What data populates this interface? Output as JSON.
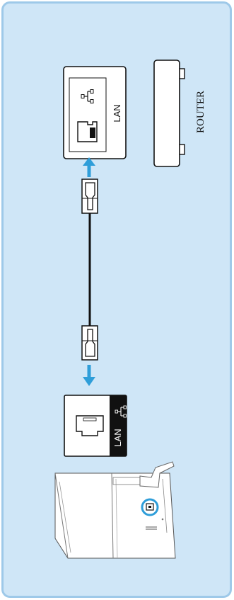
{
  "router": {
    "label": "ROUTER",
    "port_label": "LAN"
  },
  "device": {
    "port_label": "LAN"
  },
  "icons": {
    "network": "network-icon",
    "ethernet": "ethernet-port-icon",
    "arrow": "arrow-icon",
    "connector": "rj45-connector-icon"
  },
  "colors": {
    "background": "#cfe6f7",
    "border": "#9ec9e9",
    "accent": "#2f9ed9",
    "line": "#111111"
  }
}
